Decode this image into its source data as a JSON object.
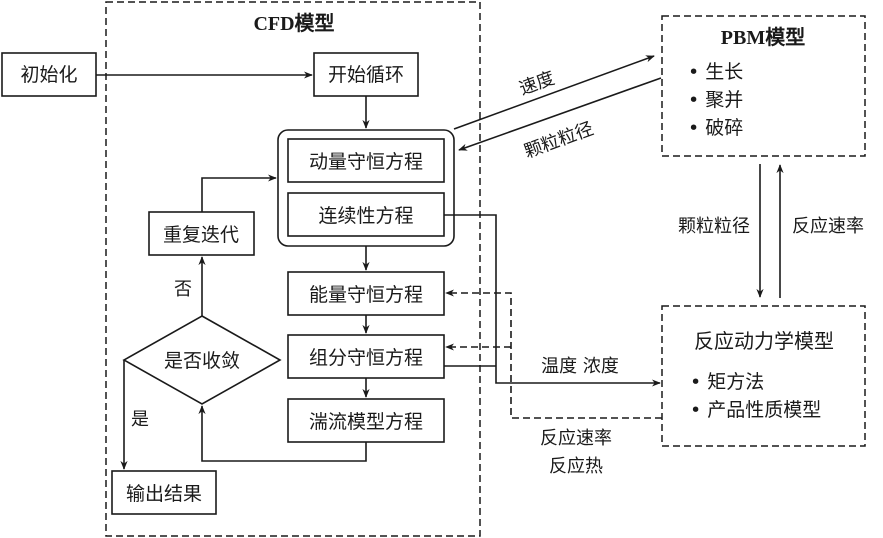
{
  "diagram": {
    "cfd": {
      "title": "CFD模型",
      "start": "开始循环",
      "momentum": "动量守恒方程",
      "continuity": "连续性方程",
      "energy": "能量守恒方程",
      "species": "组分守恒方程",
      "turbulence": "湍流模型方程",
      "converge": "是否收敛",
      "repeat": "重复迭代",
      "output": "输出结果",
      "yes": "是",
      "no": "否"
    },
    "init": "初始化",
    "pbm": {
      "title": "PBM模型",
      "items": [
        "• 生长",
        "• 聚并",
        "• 破碎"
      ]
    },
    "kinetics": {
      "title": "反应动力学模型",
      "items": [
        "• 矩方法",
        "• 产品性质模型"
      ]
    },
    "edges": {
      "velocity": "速度",
      "particle_size_to_cfd": "颗粒粒径",
      "particle_size_to_kinetics": "颗粒粒径",
      "rate_to_pbm": "反应速率",
      "temp_conc": "温度 浓度",
      "rate_to_cfd": "反应速率",
      "heat_to_cfd": "反应热"
    }
  }
}
